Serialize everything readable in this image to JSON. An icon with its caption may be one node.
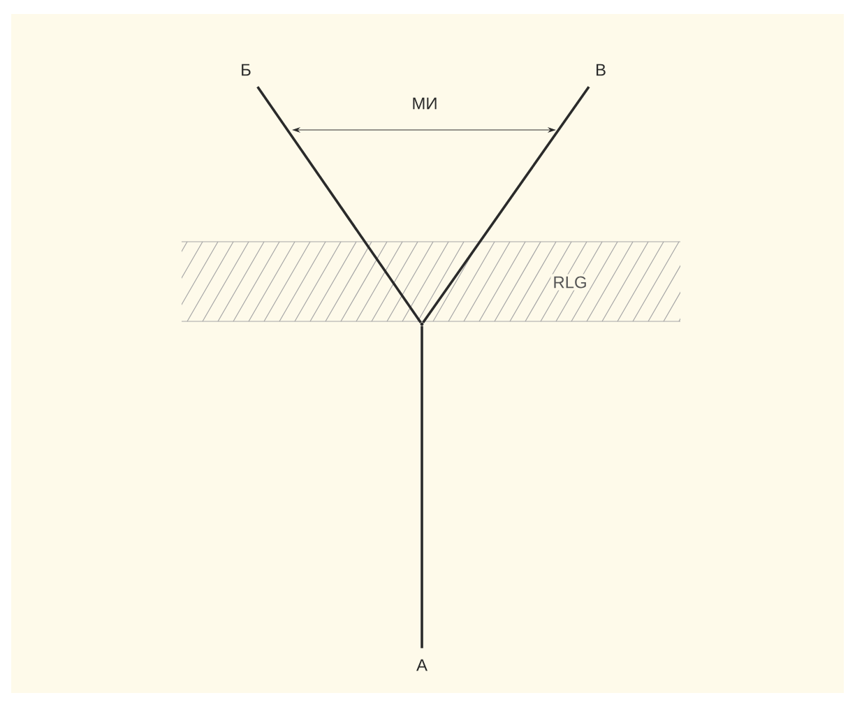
{
  "diagram": {
    "nodes": [
      {
        "text": [
          "Б"
        ]
      },
      {
        "text": [
          "В"
        ]
      },
      {
        "text": [
          "RLG"
        ]
      },
      {
        "text": [],
        "shape": "point"
      },
      {
        "text": [
          "А"
        ]
      }
    ],
    "edges": [
      {
        "from": 4,
        "to": 3,
        "arrow": "none"
      },
      {
        "from": 3,
        "to": 0,
        "arrow": "none"
      },
      {
        "from": 3,
        "to": 1,
        "arrow": "none"
      }
    ],
    "labels": [
      "МИ"
    ]
  }
}
